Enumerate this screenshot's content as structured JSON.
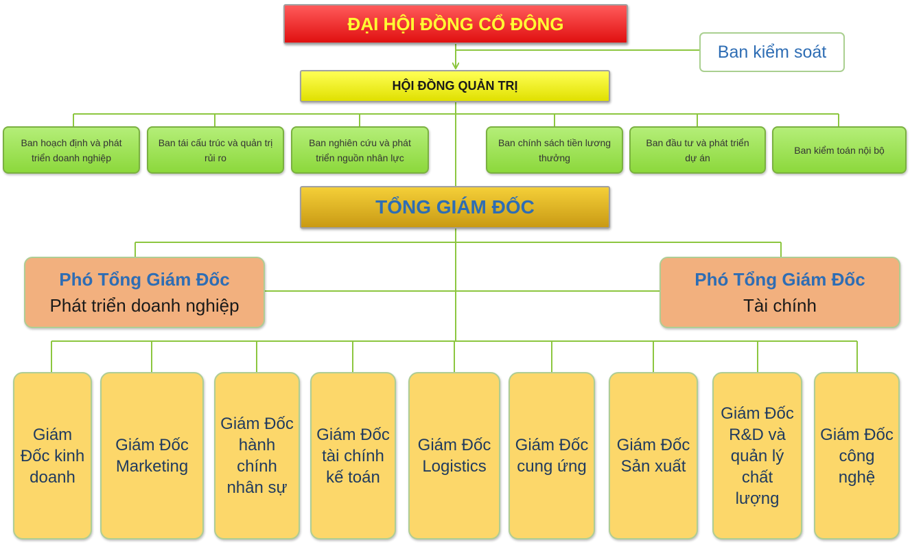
{
  "shareholders": {
    "label": "ĐẠI HỘI ĐỒNG CỔ ĐÔNG"
  },
  "supervisory": {
    "label": "Ban kiểm soát"
  },
  "board": {
    "label": "HỘI ĐỒNG QUẢN TRỊ"
  },
  "committees": [
    {
      "label": "Ban hoạch định và phát triển doanh nghiệp"
    },
    {
      "label": "Ban tái cấu trúc và quản trị rủi ro"
    },
    {
      "label": "Ban nghiên cứu và phát triển nguồn nhân lực"
    },
    {
      "label": "Ban chính sách tiền lương thưởng"
    },
    {
      "label": "Ban đầu tư và phát triển dự án"
    },
    {
      "label": "Ban kiểm toán nội bộ"
    }
  ],
  "ceo": {
    "label": "TỔNG GIÁM ĐỐC"
  },
  "deputies": [
    {
      "title": "Phó Tổng Giám Đốc",
      "area": "Phát triển doanh nghiệp"
    },
    {
      "title": "Phó Tổng Giám Đốc",
      "area": "Tài chính"
    }
  ],
  "directors": [
    {
      "label": "Giám Đốc kinh doanh"
    },
    {
      "label": "Giám Đốc Marketing"
    },
    {
      "label": "Giám Đốc hành chính nhân sự"
    },
    {
      "label": "Giám Đốc tài chính kế toán"
    },
    {
      "label": "Giám Đốc Logistics"
    },
    {
      "label": "Giám Đốc cung ứng"
    },
    {
      "label": "Giám Đốc Sản xuất"
    },
    {
      "label": "Giám Đốc R&D và quản lý chất lượng"
    },
    {
      "label": "Giám Đốc công nghệ"
    }
  ],
  "colors": {
    "connector": "#8cc63f",
    "shareholders_fill": "#e82020",
    "shareholders_text": "#ffff33",
    "board_fill": "#f0f000",
    "committee_fill": "#9ee050",
    "ceo_fill": "#e0b020",
    "title_blue": "#2e6db4",
    "deputy_fill": "#f2b07e",
    "director_fill": "#fcd76a"
  }
}
